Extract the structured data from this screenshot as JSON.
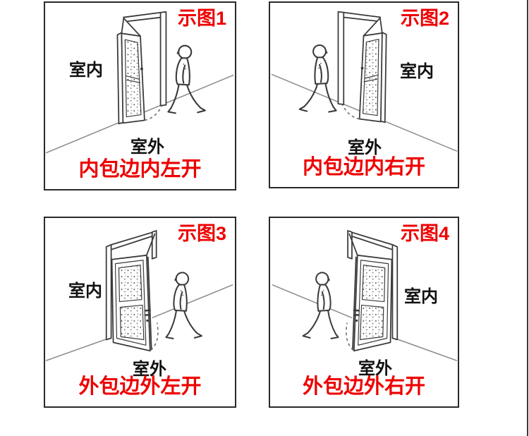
{
  "colors": {
    "accent_red": "#ee0000",
    "label_black": "#111111",
    "sketch_stroke": "#3a3a3a",
    "ground_line": "#8a8a8a",
    "panel_border": "#2a2a2a",
    "page_background": "#ffffff"
  },
  "panels": [
    {
      "badge": "示图1",
      "indoor_label": "室内",
      "outdoor_label": "室外",
      "caption": "内包边内左开",
      "illustration": "door-opening-inward-left-person-approaching-from-right"
    },
    {
      "badge": "示图2",
      "indoor_label": "室内",
      "outdoor_label": "室外",
      "caption": "内包边内右开",
      "illustration": "door-opening-inward-right-person-approaching-from-left"
    },
    {
      "badge": "示图3",
      "indoor_label": "室内",
      "outdoor_label": "室外",
      "caption": "外包边外左开",
      "illustration": "door-opening-outward-left-person-approaching-from-right"
    },
    {
      "badge": "示图4",
      "indoor_label": "室内",
      "outdoor_label": "室外",
      "caption": "外包边外右开",
      "illustration": "door-opening-outward-right-person-approaching-from-left"
    }
  ]
}
